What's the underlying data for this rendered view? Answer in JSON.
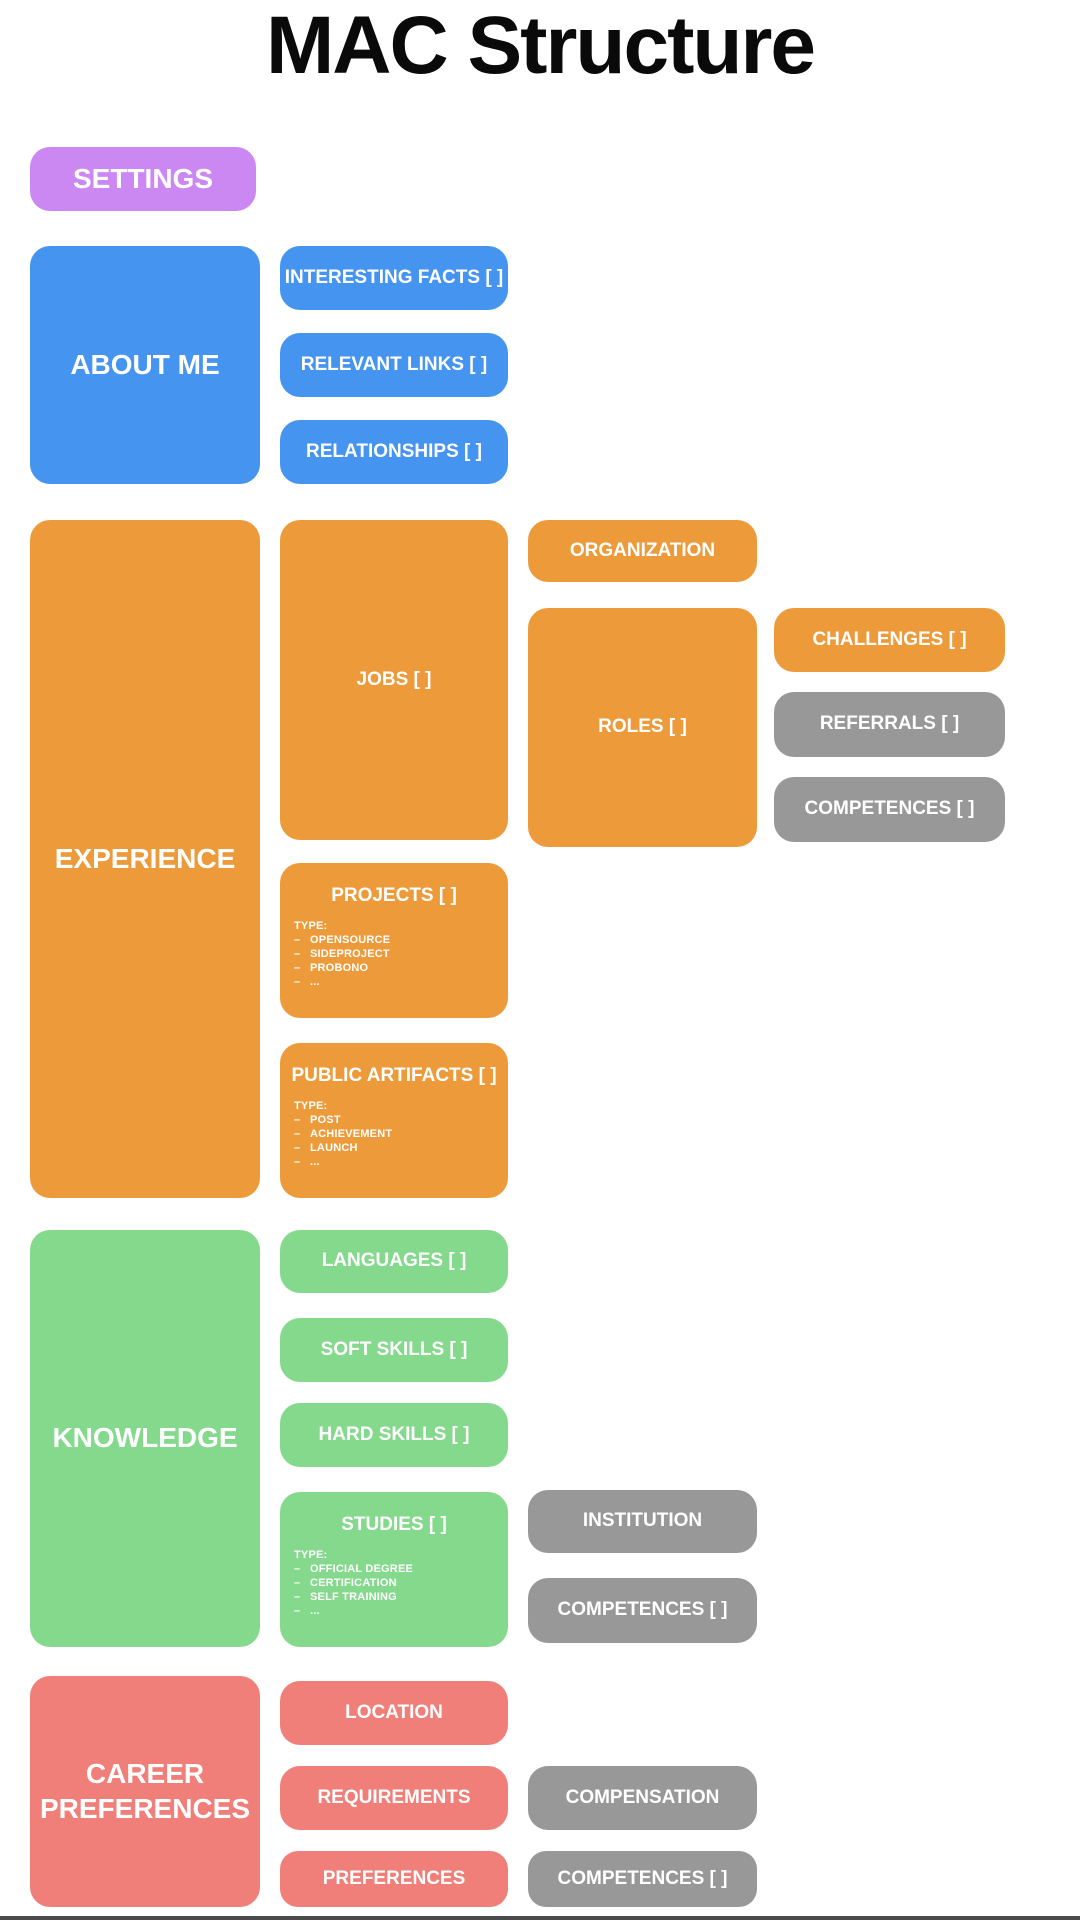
{
  "page_title": "MAC Structure",
  "bullet": "–",
  "colors": {
    "purple": "#cb87f2",
    "blue": "#4494f0",
    "orange": "#ed9b3a",
    "green": "#85d98d",
    "salmon": "#ef7f78",
    "gray": "#989898",
    "edge": "#4a4a4a"
  },
  "settings": {
    "label": "SETTINGS"
  },
  "about_me": {
    "label": "ABOUT ME",
    "interesting_facts": "INTERESTING FACTS [ ]",
    "relevant_links": "RELEVANT LINKS [ ]",
    "relationships": "RELATIONSHIPS [ ]"
  },
  "experience": {
    "label": "EXPERIENCE",
    "jobs": "JOBS [ ]",
    "projects": {
      "label": "PROJECTS [ ]",
      "type_label": "TYPE:",
      "types": [
        "OPENSOURCE",
        "SIDEPROJECT",
        "PROBONO",
        "..."
      ]
    },
    "public_artifacts": {
      "label": "PUBLIC ARTIFACTS [ ]",
      "type_label": "TYPE:",
      "types": [
        "POST",
        "ACHIEVEMENT",
        "LAUNCH",
        "..."
      ]
    },
    "organization": "ORGANIZATION",
    "roles": "ROLES [ ]",
    "challenges": "CHALLENGES [ ]",
    "referrals": "REFERRALS [ ]",
    "competences": "COMPETENCES [ ]"
  },
  "knowledge": {
    "label": "KNOWLEDGE",
    "languages": "LANGUAGES [ ]",
    "soft_skills": "SOFT SKILLS [ ]",
    "hard_skills": "HARD SKILLS [ ]",
    "studies": {
      "label": "STUDIES [ ]",
      "type_label": "TYPE:",
      "types": [
        "OFFICIAL DEGREE",
        "CERTIFICATION",
        "SELF TRAINING",
        "..."
      ]
    },
    "institution": "INSTITUTION",
    "competences": "COMPETENCES [ ]"
  },
  "career_preferences": {
    "label": "CAREER PREFERENCES",
    "location": "LOCATION",
    "requirements": "REQUIREMENTS",
    "preferences": "PREFERENCES",
    "compensation": "COMPENSATION",
    "competences": "COMPETENCES [ ]"
  }
}
